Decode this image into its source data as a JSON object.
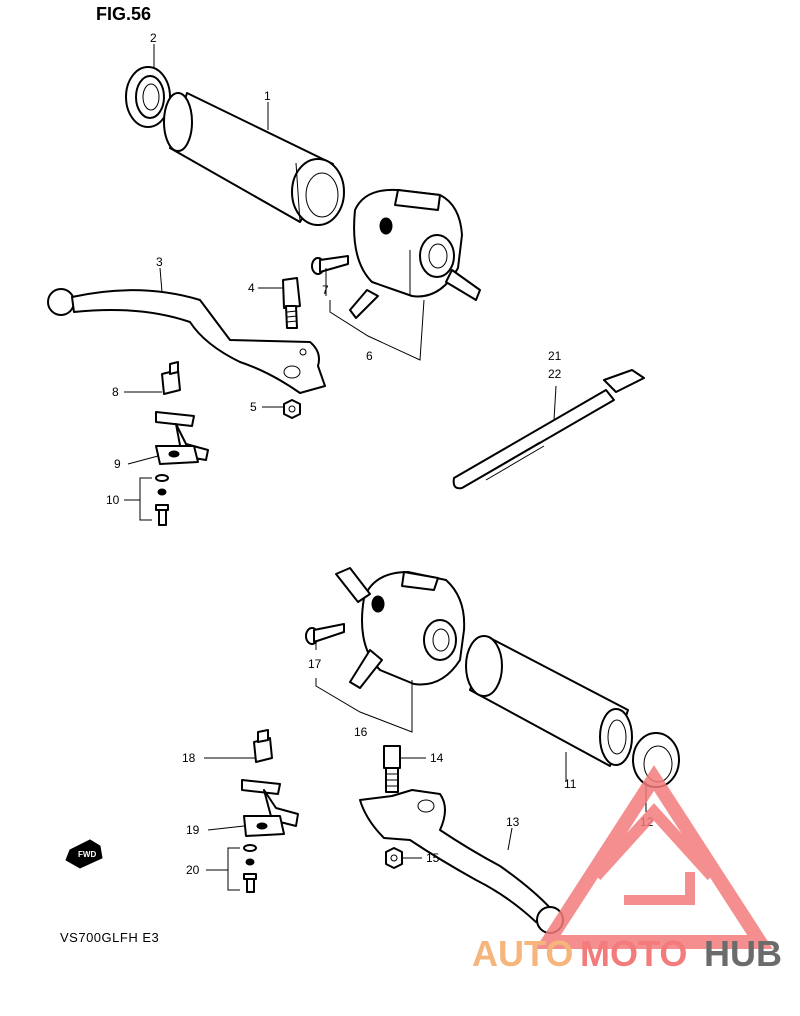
{
  "figure": {
    "title": "FIG.56",
    "model": "VS700GLFH  E3"
  },
  "callouts": {
    "c1": "1",
    "c2": "2",
    "c3": "3",
    "c4": "4",
    "c5": "5",
    "c6": "6",
    "c7": "7",
    "c8": "8",
    "c9": "9",
    "c10": "10",
    "c11": "11",
    "c12": "12",
    "c13": "13",
    "c14": "14",
    "c15": "15",
    "c16": "16",
    "c17": "17",
    "c18": "18",
    "c19": "19",
    "c20": "20",
    "c21": "21",
    "c22": "22"
  },
  "fwd_label": "FWD",
  "watermark": {
    "auto": "AUTO",
    "moto": "MOTO",
    "hub": "HUB"
  }
}
